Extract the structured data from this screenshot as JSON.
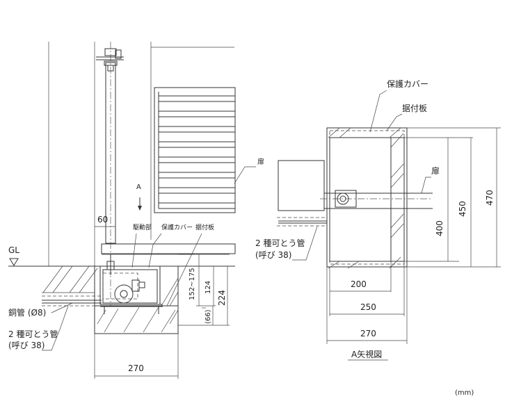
{
  "left_view": {
    "gl_label": "GL",
    "arrow_label": "A",
    "dim_60": "60",
    "label_drive": "駆動部",
    "label_cover": "保護カバー",
    "label_plate": "据付板",
    "label_door": "扉",
    "dim_152_175": "152~175",
    "dim_124": "124",
    "dim_224": "224",
    "dim_66": "(66)",
    "label_copper_pipe": "銅管 (Ø8)",
    "label_flex_pipe_1": "2 種可とう管",
    "label_flex_pipe_2": "(呼び 38)",
    "dim_270": "270"
  },
  "right_view": {
    "label_cover": "保護カバー",
    "label_plate": "据付板",
    "label_door": "扉",
    "label_flex_pipe_1": "2 種可とう管",
    "label_flex_pipe_2": "(呼び 38)",
    "dim_450": "450",
    "dim_470": "470",
    "dim_400": "400",
    "dim_200": "200",
    "dim_250": "250",
    "dim_270": "270",
    "view_title": "A矢視図"
  },
  "unit_label": "(mm)"
}
